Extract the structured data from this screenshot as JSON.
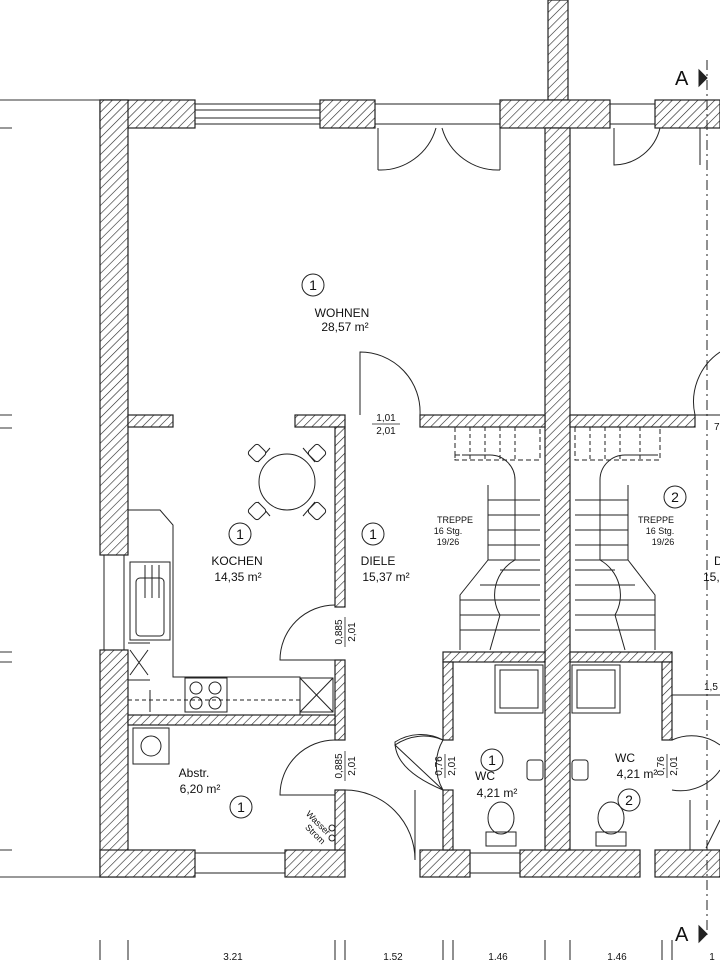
{
  "section_marker": "A",
  "rooms": [
    {
      "id": "wohnen",
      "number": "1",
      "name": "WOHNEN",
      "area": "28,57 m²"
    },
    {
      "id": "kochen",
      "number": "1",
      "name": "KOCHEN",
      "area": "14,35 m²"
    },
    {
      "id": "diele",
      "number": "1",
      "name": "DIELE",
      "area": "15,37 m²"
    },
    {
      "id": "abstr",
      "number": "1",
      "name": "Abstr.",
      "area": "6,20 m²"
    },
    {
      "id": "wc1",
      "number": "1",
      "name": "WC",
      "area": "4,21 m²"
    },
    {
      "id": "wc2",
      "number": "2",
      "name": "WC",
      "area": "4,21 m²"
    },
    {
      "id": "treppe2",
      "number": "2"
    }
  ],
  "partial_labels": {
    "d_right": "D",
    "area_right": "15,",
    "dim_right": "1,5",
    "seven_right": "7"
  },
  "stairs": [
    {
      "id": "left",
      "lines": [
        "TREPPE",
        "16 Stg.",
        "19/26"
      ]
    },
    {
      "id": "right",
      "lines": [
        "TREPPE",
        "16 Stg.",
        "19/26"
      ]
    }
  ],
  "door_dims": {
    "living_door": {
      "w": "1,01",
      "h": "2,01"
    },
    "kitchen_door": {
      "w": "0,885",
      "h": "2,01"
    },
    "storage_door": {
      "w": "0,885",
      "h": "2,01"
    },
    "wc1_door": {
      "w": "0,76",
      "h": "2,01"
    },
    "wc2_door": {
      "w": "0,76",
      "h": "2,01"
    }
  },
  "utility_labels": [
    "Wasser",
    "Strom"
  ],
  "bottom_dims": [
    "3,21",
    "1,52",
    "1,46",
    "1,46",
    "1"
  ]
}
